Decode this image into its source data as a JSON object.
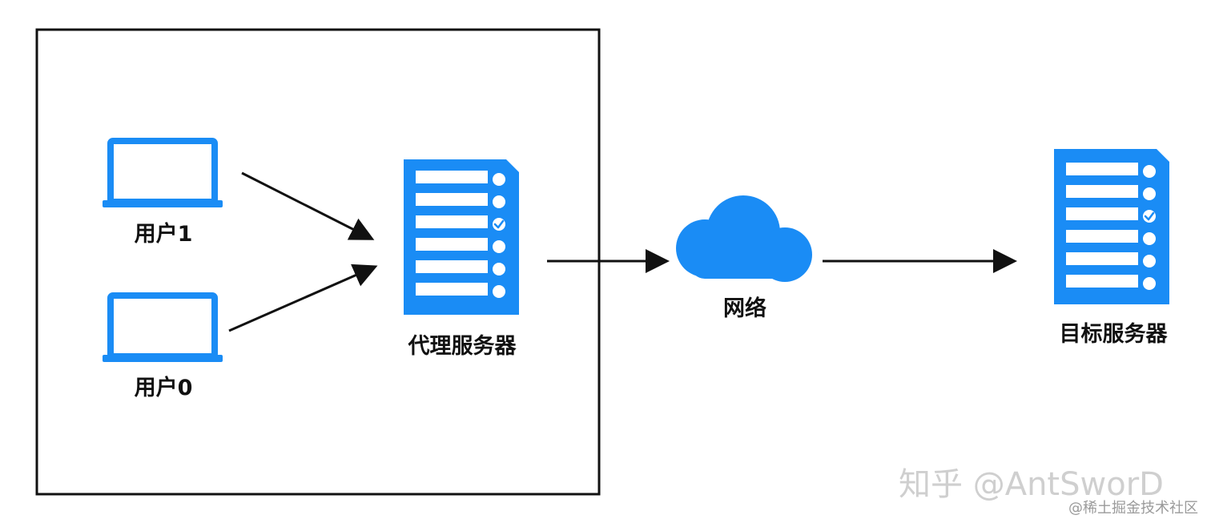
{
  "colors": {
    "accent": "#1a8cf5",
    "stroke": "#111111",
    "watermark": "#cfcfcf",
    "background": "#ffffff"
  },
  "nodes": {
    "user1": {
      "label": "用户1",
      "icon": "laptop-icon"
    },
    "user0": {
      "label": "用户0",
      "icon": "laptop-icon"
    },
    "proxy": {
      "label": "代理服务器",
      "icon": "server-list-icon"
    },
    "network": {
      "label": "网络",
      "icon": "cloud-icon"
    },
    "target": {
      "label": "目标服务器",
      "icon": "server-list-icon"
    }
  },
  "watermark": {
    "zhihu": "知乎 @AntSworD",
    "juejin": "@稀土掘金技术社区"
  }
}
